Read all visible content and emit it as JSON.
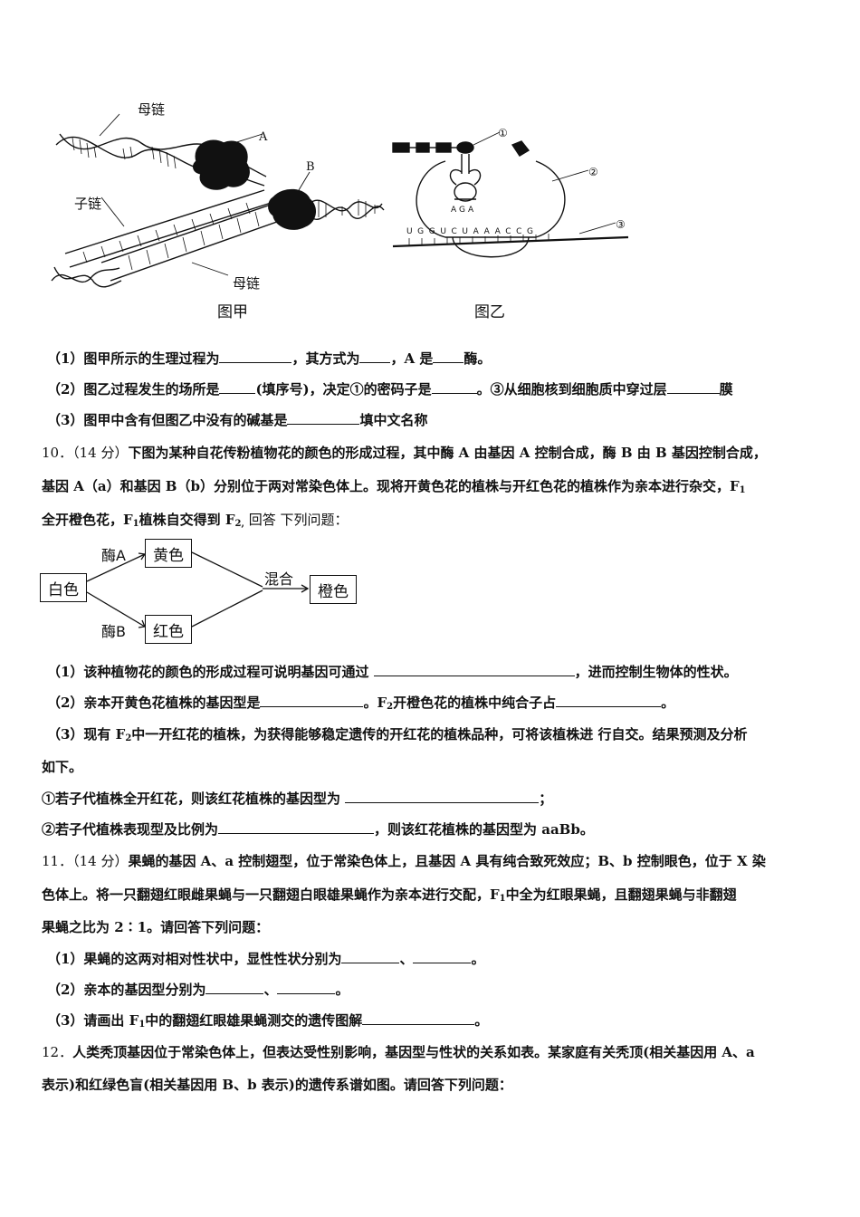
{
  "figure": {
    "jia": {
      "caption": "图甲",
      "label_parent_top": "母链",
      "label_parent_bottom": "母链",
      "label_daughter": "子链",
      "label_a": "A",
      "label_b": "B"
    },
    "yi": {
      "caption": "图乙",
      "label_1": "①",
      "label_2": "②",
      "label_3": "③",
      "anticodon": "AGA",
      "mrna": "UGGUCUAAACCG"
    }
  },
  "q9": {
    "p1": [
      "（1）图甲所示的生理过程为",
      "，其方式为",
      "，A 是",
      "酶。"
    ],
    "p2": [
      "（2）图乙过程发生的场所是",
      "(填序号)，决定①的密码子是",
      "。③从细胞核到细胞质中穿过层",
      "膜"
    ],
    "p3": [
      "（3）图甲中含有但图乙中没有的碱基是",
      "填中文名称"
    ]
  },
  "q10": {
    "num": "10．（14 分）",
    "l1": "下图为某种自花传粉植物花的颜色的形成过程，其中酶 A 由基因 A 控制合成，酶 B 由 B 基因控制合成，",
    "l2": "基因 A（a）和基因 B（b）分别位于两对常染色体上。现将开黄色花的植株与开红色花的植株作为亲本进行杂交，F",
    "l2_sub": "1",
    "l3a": "全开橙色花，F",
    "l3_sub1": "1",
    "l3b": "植株自交得到 F",
    "l3_sub2": "2,",
    "l3c": " 回答 下列问题：",
    "flow": {
      "white": "白色",
      "yellow": "黄色",
      "red": "红色",
      "orange": "橙色",
      "enzyme_a": "酶A",
      "enzyme_b": "酶B",
      "mix": "混合"
    },
    "p1": [
      "（1）该种植物花的颜色的形成过程可说明基因可通过 ",
      "，进而控制生物体的性状。"
    ],
    "p2a": "（2）亲本开黄色花植株的基因型是",
    "p2b": "。F",
    "p2_sub": "2",
    "p2c": "开橙色花的植株中纯合子占",
    "p2d": "。",
    "p3a": "（3）现有 F",
    "p3_sub": "2",
    "p3b": "中一开红花的植株，为获得能够稳定遗传的开红花的植株品种，可将该植株进 行自交。结果预测及分析",
    "p3c": "如下。",
    "r1": [
      "①若子代植株全开红花，则该红花植株的基因型为 ",
      "；"
    ],
    "r2": [
      "②若子代植株表现型及比例为",
      "，则该红花植株的基因型为 aaBb。"
    ]
  },
  "q11": {
    "num": "11．（14 分）",
    "l1": "果蝇的基因 A、a 控制翅型，位于常染色体上，且基因 A 具有纯合致死效应；B、b 控制眼色，位于 X 染",
    "l2a": "色体上。将一只翻翅红眼雌果蝇与一只翻翅白眼雄果蝇作为亲本进行交配，F",
    "l2_sub": "1",
    "l2b": "中全为红眼果蝇，且翻翅果蝇与非翻翅",
    "l3": "果蝇之比为 2∶1。请回答下列问题：",
    "p1": [
      "（1）果蝇的这两对相对性状中，显性性状分别为",
      "、",
      "。"
    ],
    "p2": [
      "（2）亲本的基因型分别为",
      "、",
      "。"
    ],
    "p3a": "（3）请画出 F",
    "p3_sub": "1",
    "p3b": "中的翻翅红眼雄果蝇测交的遗传图解",
    "p3c": "。"
  },
  "q12": {
    "num": "12．",
    "l1": "人类秃顶基因位于常染色体上，但表达受性别影响，基因型与性状的关系如表。某家庭有关秃顶(相关基因用 A、a",
    "l2": "表示)和红绿色盲(相关基因用 B、b 表示)的遗传系谱如图。请回答下列问题："
  }
}
